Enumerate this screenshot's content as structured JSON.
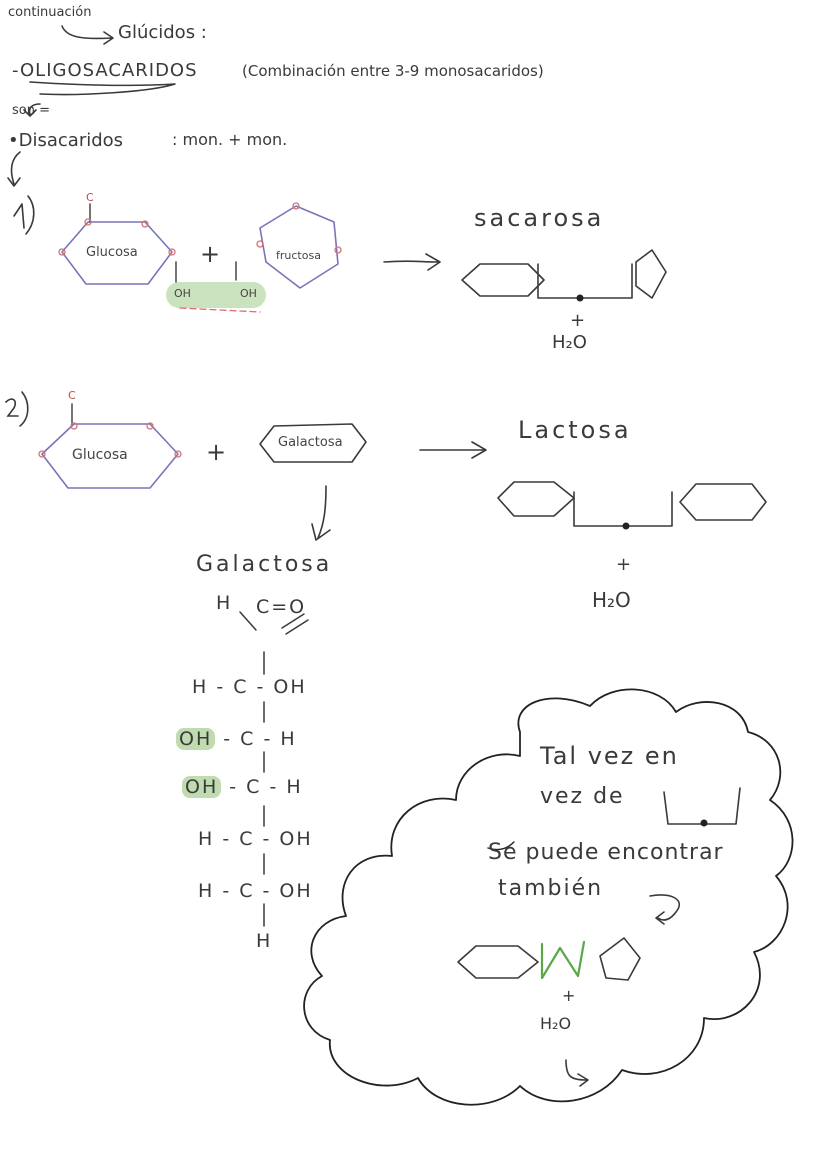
{
  "header": {
    "continuation": "continuación",
    "glucidos": "Glúcidos :",
    "oligo_title": "-OLIGOSACARIDOS",
    "oligo_desc": "(Combinación entre 3-9 monosacaridos)",
    "son": "son =",
    "disacaridos": "•Disacaridos",
    "disacaridos_formula": ": mon. + mon."
  },
  "reaction1": {
    "number": "1)",
    "sugar_a": "Glucosa",
    "plus": "+",
    "sugar_b": "fructosa",
    "oh_left": "OH",
    "oh_right": "OH",
    "product": "sacarosa",
    "plus_water": "+",
    "water": "H₂O",
    "carbon": "C"
  },
  "reaction2": {
    "number": "2)",
    "sugar_a": "Glucosa",
    "plus": "+",
    "sugar_b": "Galactosa",
    "product": "Lactosa",
    "plus_water": "+",
    "water": "H₂O",
    "carbon": "C"
  },
  "galactose": {
    "title": "Galactosa",
    "rows": [
      "H",
      "C=O",
      "H - C - OH",
      "OH - C - H",
      "OH - C - H",
      "H - C - OH",
      "H - C - OH",
      "H"
    ],
    "highlight": "OH"
  },
  "cloud": {
    "line1": "Tal vez en",
    "line2": "vez de",
    "line3": "Se puede encontrar",
    "line4": "también",
    "plus": "+",
    "water": "H₂O"
  },
  "colors": {
    "ink": "#3a3a3a",
    "ring": "#7a74b8",
    "node": "#d97070",
    "highlight": "#8cbe6e",
    "pink": "#c46a92"
  }
}
